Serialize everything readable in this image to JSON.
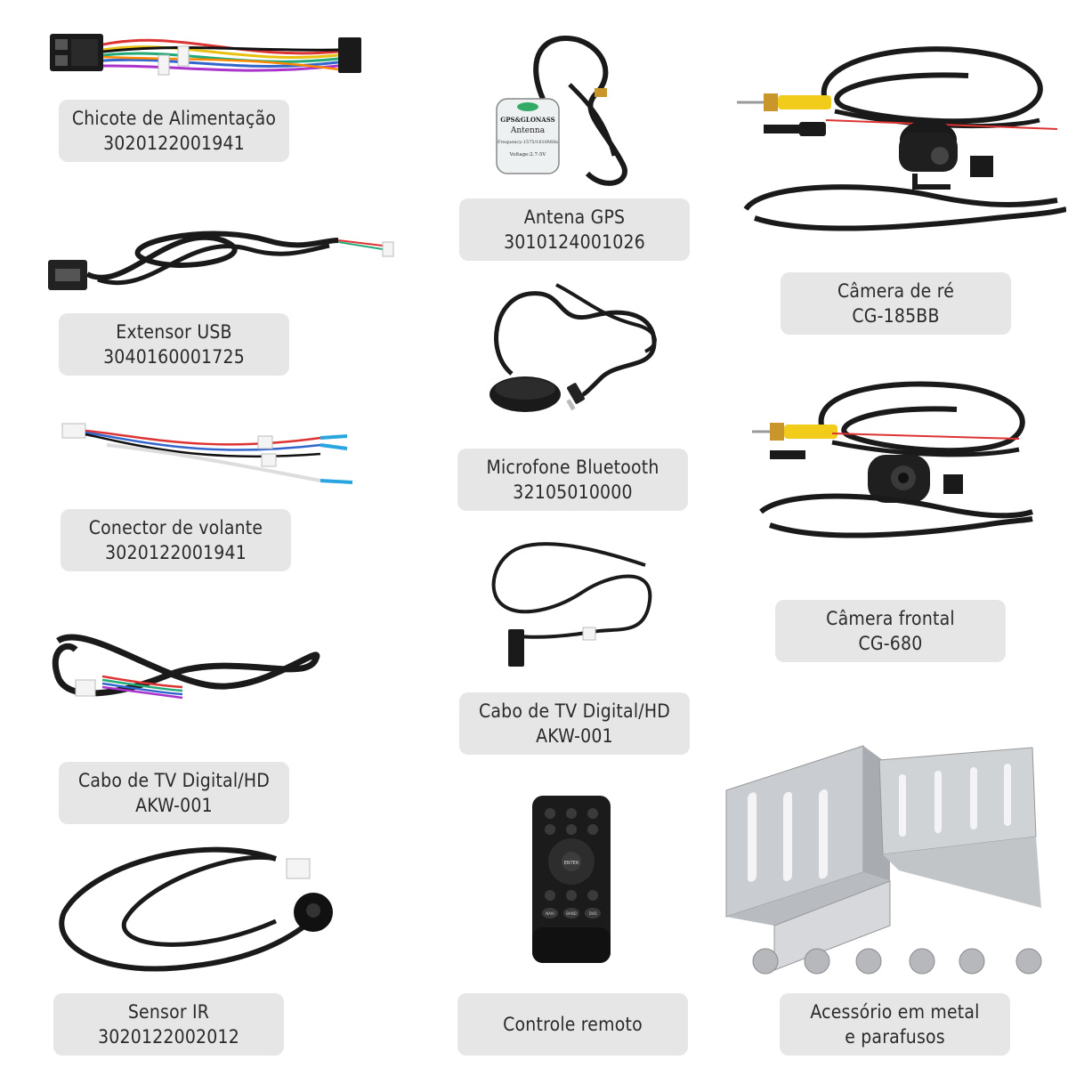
{
  "products": [
    {
      "name": "Chicote de Alimentação",
      "code": "3020122001941"
    },
    {
      "name": "Antena GPS",
      "code": "3010124001026"
    },
    {
      "name": "Câmera de ré",
      "code": "CG-185BB"
    },
    {
      "name": "Extensor USB",
      "code": "3040160001725"
    },
    {
      "name": "Microfone Bluetooth",
      "code": "32105010000"
    },
    {
      "name": "Conector de volante",
      "code": "3020122001941"
    },
    {
      "name": "Câmera frontal",
      "code": "CG-680"
    },
    {
      "name": "Cabo de TV Digital/HD",
      "code": "AKW-001"
    },
    {
      "name": "Cabo de TV Digital/HD",
      "code": "AKW-001"
    },
    {
      "name": "Sensor IR",
      "code": "3020122002012"
    },
    {
      "name": "Controle remoto"
    },
    {
      "name": "Acessório em metal",
      "code": "e parafusos"
    }
  ],
  "gps_antenna_sticker": {
    "brand": "GPS&GLONASS",
    "title": "Antenna",
    "frequency": "Frequency:1575/1610MHz",
    "voltage": "Voltage:2.7-5V"
  },
  "remote_buttons": [
    "ENTER",
    "NAVI",
    "BAND",
    "DVD"
  ]
}
